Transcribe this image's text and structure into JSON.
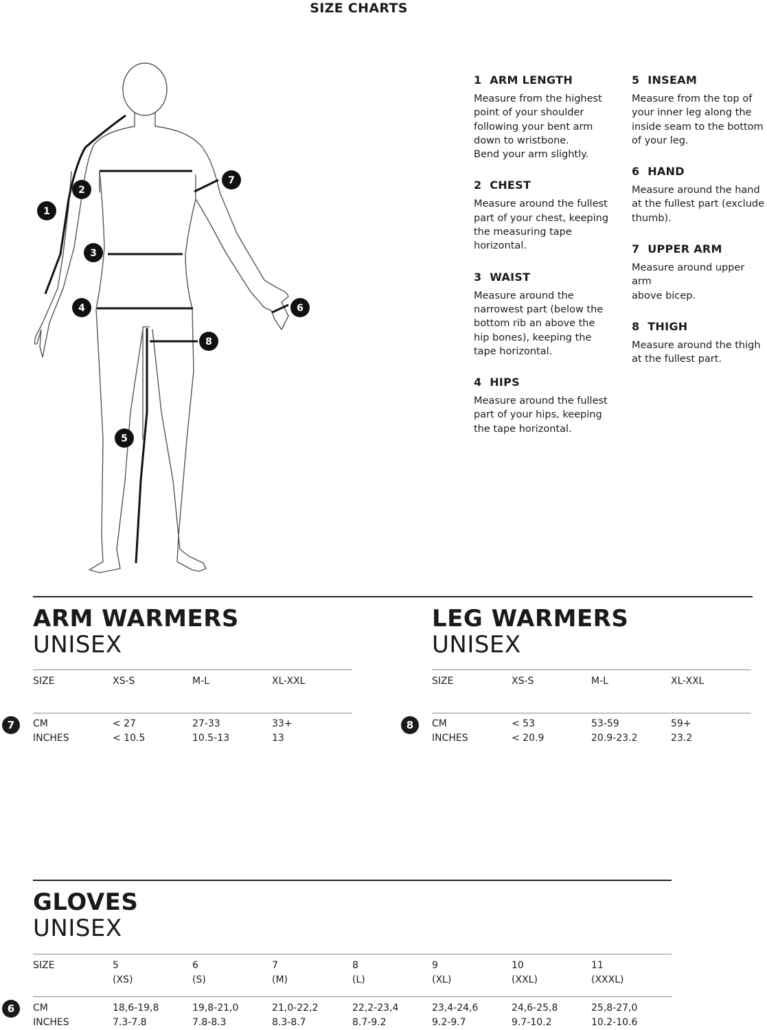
{
  "page_title": "SIZE CHARTS",
  "figure_markers": [
    "1",
    "2",
    "3",
    "4",
    "5",
    "6",
    "7",
    "8"
  ],
  "guide": [
    {
      "number": "1",
      "title": "ARM LENGTH",
      "text": "Measure from the highest\npoint of your shoulder\nfollowing your bent arm\ndown to wristbone.\nBend your arm slightly."
    },
    {
      "number": "2",
      "title": "CHEST",
      "text": "Measure around the fullest\npart of your chest, keeping\nthe measuring tape\nhorizontal."
    },
    {
      "number": "3",
      "title": "WAIST",
      "text": "Measure around the\nnarrowest part (below the\nbottom rib an above the\nhip bones), keeping the\ntape horizontal."
    },
    {
      "number": "4",
      "title": "HIPS",
      "text": "Measure around the fullest\npart of your hips, keeping\nthe tape horizontal."
    },
    {
      "number": "5",
      "title": "INSEAM",
      "text": "Measure from the top of\nyour inner leg along the\ninside seam to the bottom\nof your leg."
    },
    {
      "number": "6",
      "title": "HAND",
      "text": "Measure around the hand\nat the fullest part (exclude\nthumb)."
    },
    {
      "number": "7",
      "title": "UPPER ARM",
      "text": "Measure around upper arm\nabove bicep."
    },
    {
      "number": "8",
      "title": "THIGH",
      "text": "Measure around the thigh\nat the fullest part."
    }
  ],
  "tables": [
    {
      "title": "ARM WARMERS",
      "subtitle": "UNISEX",
      "marker": "7",
      "header_label": "SIZE",
      "row_labels": "CM\nINCHES",
      "columns": [
        {
          "size": "XS-S",
          "values": "< 27\n< 10.5"
        },
        {
          "size": "M-L",
          "values": "27-33\n10.5-13"
        },
        {
          "size": "XL-XXL",
          "values": "33+\n13"
        }
      ]
    },
    {
      "title": "LEG WARMERS",
      "subtitle": "UNISEX",
      "marker": "8",
      "header_label": "SIZE",
      "row_labels": "CM\nINCHES",
      "columns": [
        {
          "size": "XS-S",
          "values": "< 53\n< 20.9"
        },
        {
          "size": "M-L",
          "values": "53-59\n20.9-23.2"
        },
        {
          "size": "XL-XXL",
          "values": "59+\n23.2"
        }
      ]
    },
    {
      "title": "GLOVES",
      "subtitle": "UNISEX",
      "marker": "6",
      "header_label": "SIZE",
      "row_labels": "CM\nINCHES",
      "columns": [
        {
          "size": "5\n(XS)",
          "values": "18,6-19,8\n7.3-7.8"
        },
        {
          "size": "6\n(S)",
          "values": "19,8-21,0\n7.8-8.3"
        },
        {
          "size": "7\n(M)",
          "values": "21,0-22,2\n8.3-8.7"
        },
        {
          "size": "8\n(L)",
          "values": "22,2-23,4\n8.7-9.2"
        },
        {
          "size": "9\n(XL)",
          "values": "23,4-24,6\n9.2-9.7"
        },
        {
          "size": "10\n(XXL)",
          "values": "24,6-25,8\n9.7-10.2"
        },
        {
          "size": "11\n(XXXL)",
          "values": "25,8-27,0\n10.2-10.6"
        }
      ]
    }
  ]
}
